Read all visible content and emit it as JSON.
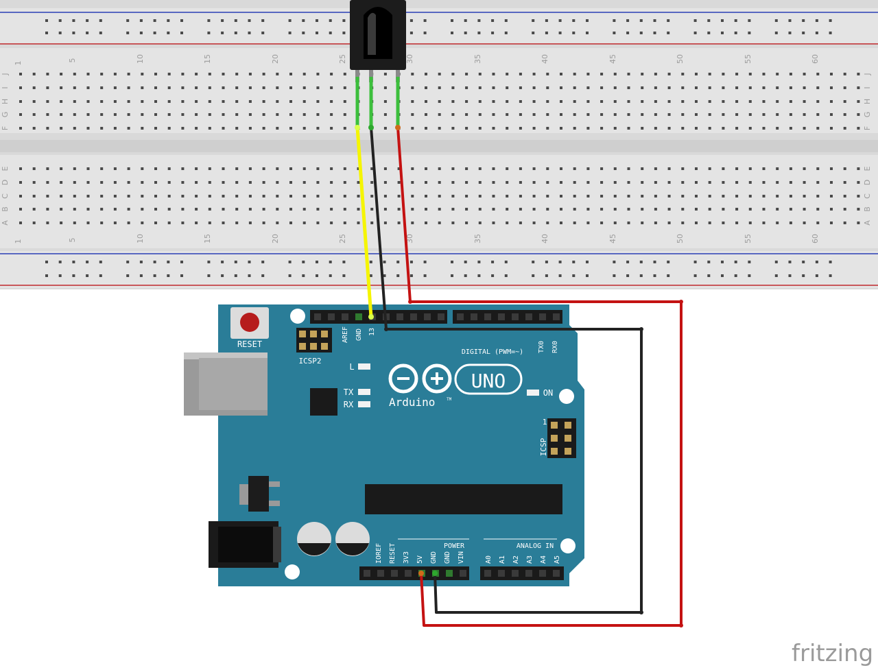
{
  "breadboard": {
    "column_numbers": [
      "1",
      "5",
      "10",
      "15",
      "20",
      "25",
      "30",
      "35",
      "40",
      "45",
      "50",
      "55",
      "60"
    ],
    "row_letters_top": [
      "J",
      "I",
      "H",
      "G",
      "F"
    ],
    "row_letters_bottom": [
      "E",
      "D",
      "C",
      "B",
      "A"
    ]
  },
  "board": {
    "reset_label": "RESET",
    "icsp2_label": "ICSP2",
    "icsp_label": "ICSP",
    "icsp_pin1": "1",
    "led_l_label": "L",
    "tx_label": "TX",
    "rx_label": "RX",
    "on_label": "ON",
    "brand": "Arduino",
    "tm": "TM",
    "model": "UNO",
    "digital_label": "DIGITAL (PWM=~)",
    "txo_label": "TX0",
    "rxo_label": "RX0",
    "power_label": "POWER",
    "analog_label": "ANALOG IN",
    "top_header_labels": [
      "AREF",
      "GND",
      "13"
    ],
    "power_pins": [
      "IOREF",
      "RESET",
      "3V3",
      "5V",
      "GND",
      "GND",
      "VIN"
    ],
    "analog_pins": [
      "A0",
      "A1",
      "A2",
      "A3",
      "A4",
      "A5"
    ]
  },
  "colors": {
    "board": "#2a7d98",
    "wire_signal": "#f5f500",
    "wire_ground": "#222222",
    "wire_power": "#c41212",
    "rail_blue": "#2a3fb5",
    "rail_red": "#c0282c"
  },
  "watermark": "fritzing"
}
